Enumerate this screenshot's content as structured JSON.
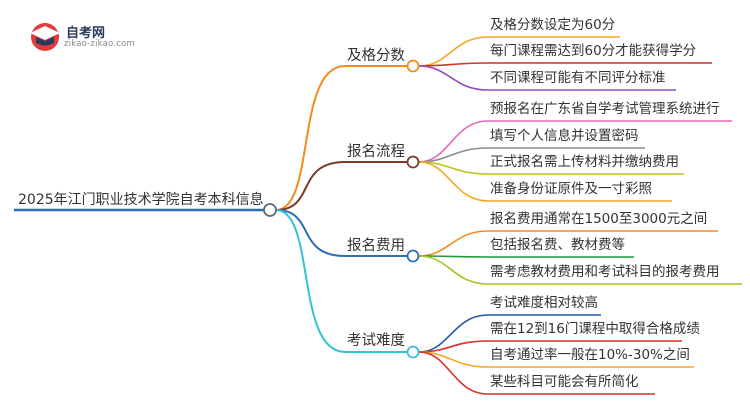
{
  "brand": {
    "name": "自考网",
    "url": "zikao-zikao.com"
  },
  "root": {
    "text": "2025年江门职业技术学院自考本科信息",
    "color": "#2f6db5"
  },
  "branches": [
    {
      "label": "及格分数",
      "color": "#f58a1f",
      "leaves": [
        {
          "text": "及格分数设定为60分",
          "color": "#f5a623"
        },
        {
          "text": "每门课程需达到60分才能获得学分",
          "color": "#d9312a"
        },
        {
          "text": "不同课程可能有不同评分标准",
          "color": "#8a4fb8"
        }
      ]
    },
    {
      "label": "报名流程",
      "color": "#7a3b2e",
      "leaves": [
        {
          "text": "预报名在广东省自学考试管理系统进行",
          "color": "#e667b8"
        },
        {
          "text": "填写个人信息并设置密码",
          "color": "#8c8c8c"
        },
        {
          "text": "正式报名需上传材料并缴纳费用",
          "color": "#b9c21a"
        },
        {
          "text": "准备身份证原件及一寸彩照",
          "color": "#f5a623"
        }
      ]
    },
    {
      "label": "报名费用",
      "color": "#2f6db5",
      "leaves": [
        {
          "text": "报名费用通常在1500至3000元之间",
          "color": "#f58a1f"
        },
        {
          "text": "包括报名费、教材费等",
          "color": "#1f9a3a"
        },
        {
          "text": "需考虑教材费用和考试科目的报考费用",
          "color": "#a6c41f"
        }
      ]
    },
    {
      "label": "考试难度",
      "color": "#33c4cf",
      "leaves": [
        {
          "text": "考试难度相对较高",
          "color": "#2258a8"
        },
        {
          "text": "需在12到16门课程中取得合格成绩",
          "color": "#d9312a"
        },
        {
          "text": "自考通过率一般在10%-30%之间",
          "color": "#f5a623"
        },
        {
          "text": "某些科目可能会有所简化",
          "color": "#d9312a"
        }
      ]
    }
  ]
}
